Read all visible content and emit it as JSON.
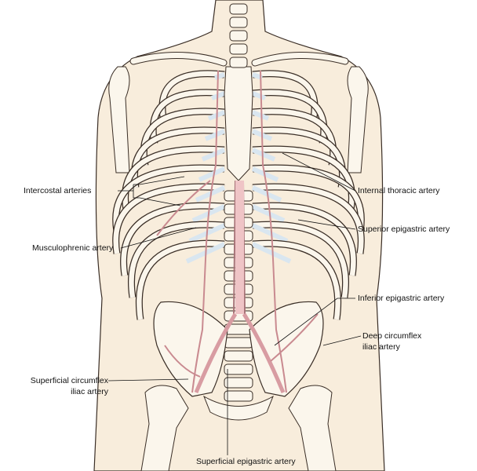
{
  "title": "Arteries of the anterior trunk wall",
  "labels": {
    "intercostal": "Intercostal arteries",
    "internal_thoracic": "Internal thoracic artery",
    "musculophrenic": "Musculophrenic artery",
    "superior_epigastric": "Superior epigastric artery",
    "inferior_epigastric": "Inferior epigastric artery",
    "deep_circumflex_1": "Deep circumflex",
    "deep_circumflex_2": "iliac artery",
    "superficial_circumflex_1": "Superficial circumflex",
    "superficial_circumflex_2": "iliac artery",
    "superficial_epigastric": "Superficial epigastric artery"
  },
  "colors": {
    "skin": "#f8eddc",
    "bone": "#fbf6ec",
    "cartilage": "#d9e6f0",
    "artery": "#e9b9bd",
    "outline": "#2a2420"
  }
}
